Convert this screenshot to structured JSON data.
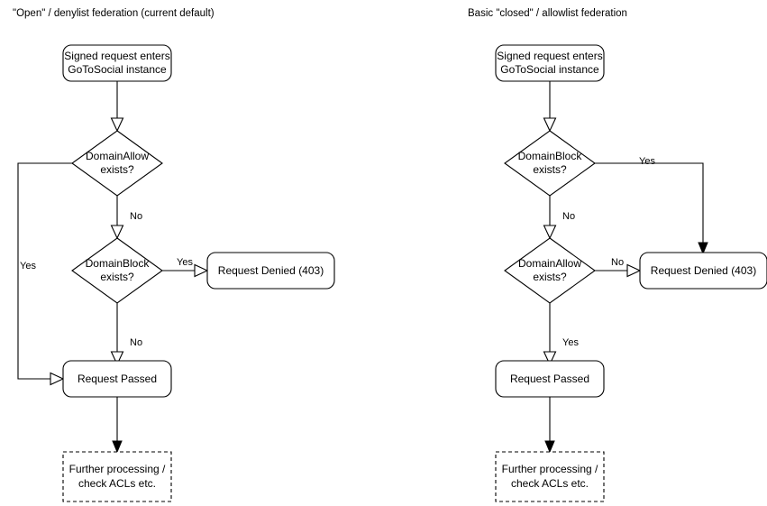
{
  "diagram": {
    "title_left": "\"Open\" / denylist federation (current default)",
    "title_right": "Basic \"closed\" / allowlist federation",
    "colors": {
      "background": "#ffffff",
      "stroke": "#000000",
      "text": "#000000",
      "node_fill": "#ffffff"
    },
    "panels": [
      {
        "id": "open-denylist",
        "title": "\"Open\" / denylist federation (current default)",
        "nodes": [
          {
            "id": "entry",
            "type": "rounded-rect",
            "lines": [
              "Signed request enters",
              "GoToSocial instance"
            ]
          },
          {
            "id": "domain-allow",
            "type": "diamond",
            "lines": [
              "DomainAllow",
              "exists?"
            ]
          },
          {
            "id": "domain-block",
            "type": "diamond",
            "lines": [
              "DomainBlock",
              "exists?"
            ]
          },
          {
            "id": "request-denied",
            "type": "rounded-rect",
            "lines": [
              "Request Denied (403)"
            ]
          },
          {
            "id": "request-passed",
            "type": "rounded-rect",
            "lines": [
              "Request Passed"
            ]
          },
          {
            "id": "further-processing",
            "type": "dashed-rect",
            "lines": [
              "Further processing /",
              "check ACLs etc."
            ]
          }
        ],
        "edges": [
          {
            "from": "entry",
            "to": "domain-allow",
            "label": "",
            "arrow": "open"
          },
          {
            "from": "domain-allow",
            "to": "request-passed",
            "label": "Yes",
            "arrow": "open"
          },
          {
            "from": "domain-allow",
            "to": "domain-block",
            "label": "No",
            "arrow": "open"
          },
          {
            "from": "domain-block",
            "to": "request-denied",
            "label": "Yes",
            "arrow": "open"
          },
          {
            "from": "domain-block",
            "to": "request-passed",
            "label": "No",
            "arrow": "open"
          },
          {
            "from": "request-passed",
            "to": "further-processing",
            "label": "",
            "arrow": "filled"
          }
        ]
      },
      {
        "id": "closed-allowlist",
        "title": "Basic \"closed\" / allowlist federation",
        "nodes": [
          {
            "id": "entry",
            "type": "rounded-rect",
            "lines": [
              "Signed request enters",
              "GoToSocial instance"
            ]
          },
          {
            "id": "domain-block",
            "type": "diamond",
            "lines": [
              "DomainBlock",
              "exists?"
            ]
          },
          {
            "id": "domain-allow",
            "type": "diamond",
            "lines": [
              "DomainAllow",
              "exists?"
            ]
          },
          {
            "id": "request-denied",
            "type": "rounded-rect",
            "lines": [
              "Request Denied (403)"
            ]
          },
          {
            "id": "request-passed",
            "type": "rounded-rect",
            "lines": [
              "Request Passed"
            ]
          },
          {
            "id": "further-processing",
            "type": "dashed-rect",
            "lines": [
              "Further processing /",
              "check ACLs etc."
            ]
          }
        ],
        "edges": [
          {
            "from": "entry",
            "to": "domain-block",
            "label": "",
            "arrow": "open"
          },
          {
            "from": "domain-block",
            "to": "request-denied",
            "label": "Yes",
            "arrow": "filled"
          },
          {
            "from": "domain-block",
            "to": "domain-allow",
            "label": "No",
            "arrow": "open"
          },
          {
            "from": "domain-allow",
            "to": "request-denied",
            "label": "No",
            "arrow": "open"
          },
          {
            "from": "domain-allow",
            "to": "request-passed",
            "label": "Yes",
            "arrow": "open"
          },
          {
            "from": "request-passed",
            "to": "further-processing",
            "label": "",
            "arrow": "filled"
          }
        ]
      }
    ],
    "labels": {
      "entry_line1": "Signed request enters",
      "entry_line2": "GoToSocial instance",
      "domain_allow_line1": "DomainAllow",
      "domain_block_line1": "DomainBlock",
      "exists_line2": "exists?",
      "request_denied": "Request Denied (403)",
      "request_passed": "Request Passed",
      "further_line1": "Further processing /",
      "further_line2": "check ACLs etc.",
      "yes": "Yes",
      "no": "No"
    }
  }
}
